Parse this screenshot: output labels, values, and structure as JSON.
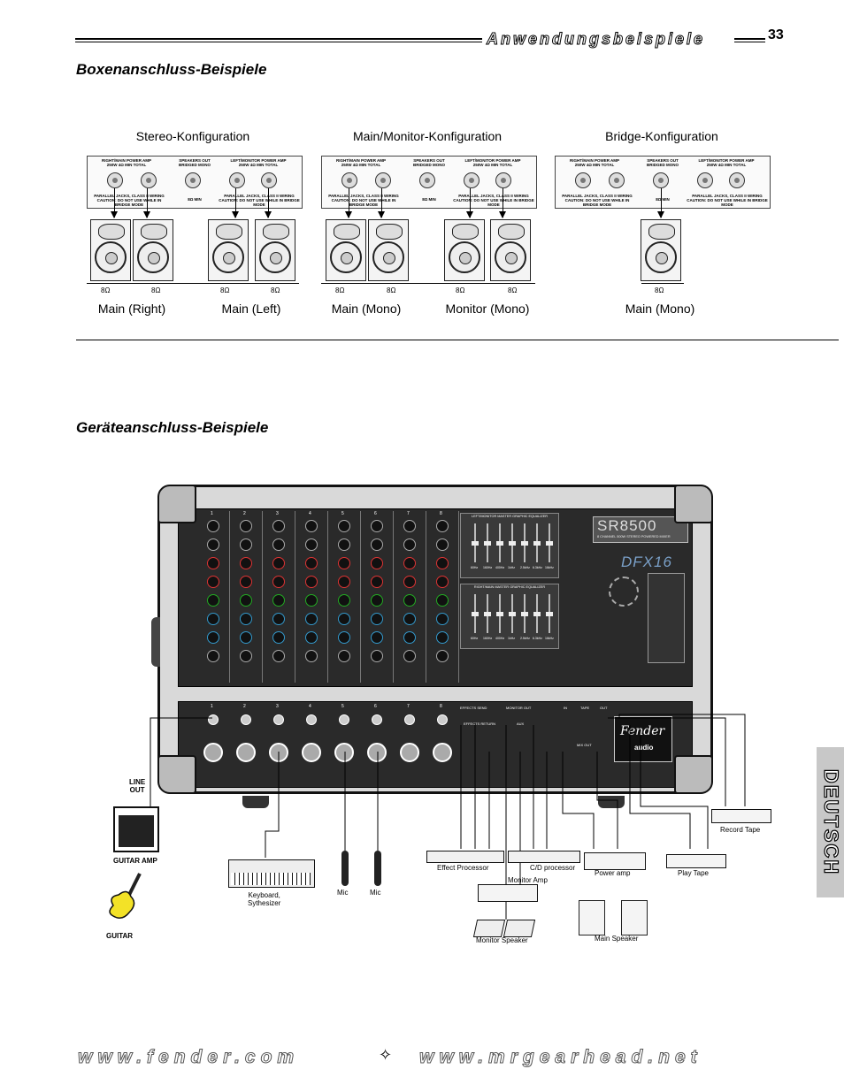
{
  "header": {
    "title": "Anwendungsbeispiele",
    "page_number": "33"
  },
  "speaker_section": {
    "title": "Boxenanschluss-Beispiele",
    "configs": [
      {
        "title": "Stereo-Konfiguration",
        "labels": [
          "Main (Right)",
          "Main (Left)"
        ]
      },
      {
        "title": "Main/Monitor-Konfiguration",
        "labels": [
          "Main (Mono)",
          "Monitor (Mono)"
        ]
      },
      {
        "title": "Bridge-Konfiguration",
        "labels": [
          "Main (Mono)"
        ]
      }
    ],
    "impedance": "8Ω",
    "panel": {
      "right_main": "RIGHT/MAIN POWER AMP\n250W 4Ω MIN TOTAL",
      "left_monitor": "LEFT/MONITOR POWER AMP\n250W 4Ω MIN TOTAL",
      "speakers_out": "SPEAKERS OUT\nBRIDGED MONO",
      "parallel_note": "PARALLEL JACKS, CLASS II WIRING\nCAUTION: DO NOT USE WHILE IN BRIDGE MODE",
      "min_ohm": "8Ω MIN"
    }
  },
  "device_section": {
    "title": "Geräteanschluss-Beispiele",
    "mixer": {
      "model": "SR8500",
      "subtitle": "8 CHANNEL 500W STEREO POWERED MIXER",
      "dsp_logo": "DFX16",
      "brand": "Fender",
      "brand_sub": "audio",
      "channels": [
        "1",
        "2",
        "3",
        "4",
        "5",
        "6",
        "7",
        "8"
      ],
      "eq_top_label": "LEFT/MONITOR MASTER GRAPHIC EQUALIZER",
      "eq_bottom_label": "RIGHT/MAIN MASTER GRAPHIC EQUALIZER",
      "eq_bands": [
        "60Hz",
        "160Hz",
        "400Hz",
        "1kHz",
        "2.5kHz",
        "6.3kHz",
        "16kHz"
      ],
      "rear_labels": {
        "effects_send": "EFFECTS SEND",
        "effects_return": "EFFECTS RETURN",
        "monitor_out": "MONITOR OUT",
        "aux": "AUX",
        "in": "IN",
        "tape": "TAPE",
        "out": "OUT",
        "mix_out": "MIX OUT"
      }
    },
    "devices": {
      "line_out": "LINE\nOUT",
      "guitar_amp": "GUITAR AMP",
      "guitar": "GUITAR",
      "keyboard": "Keyboard,\nSythesizer",
      "mic1": "Mic",
      "mic2": "Mic",
      "effect_processor": "Effect Processor",
      "cd_processor": "C/D processor",
      "monitor_amp": "Monitor Amp",
      "monitor_speaker": "Monitor Speaker",
      "power_amp": "Power amp",
      "main_speaker": "Main Speaker",
      "play_tape": "Play Tape",
      "record_tape": "Record Tape"
    }
  },
  "side_tab": "DEUTSCH",
  "footer": {
    "url_left": "www.fender.com",
    "separator": "✧",
    "url_right": "www.mrgearhead.net"
  }
}
